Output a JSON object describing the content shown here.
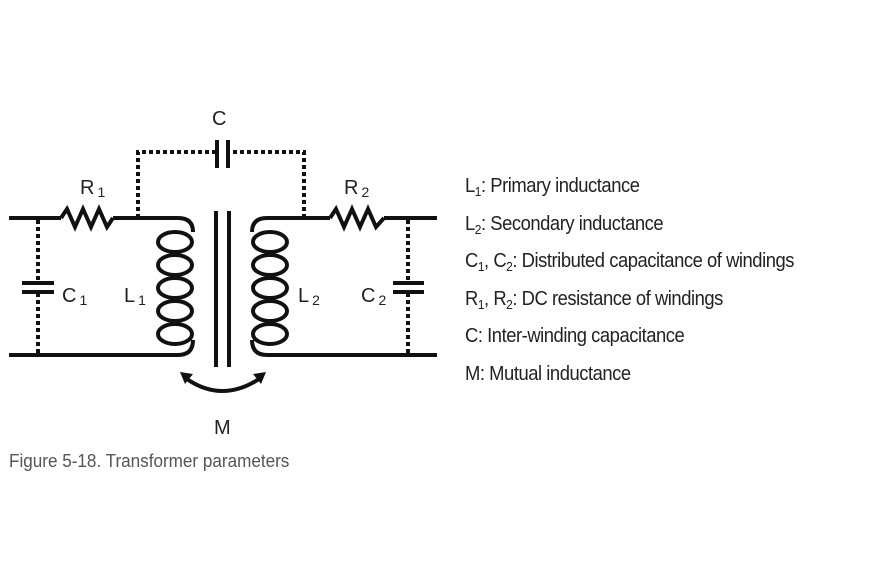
{
  "figure": {
    "caption": "Figure 5-18. Transformer parameters",
    "diagram_labels": {
      "inter_winding_cap": "C",
      "r1": {
        "main": "R",
        "sub": "1"
      },
      "r2": {
        "main": "R",
        "sub": "2"
      },
      "c1": {
        "main": "C",
        "sub": "1"
      },
      "c2": {
        "main": "C",
        "sub": "2"
      },
      "l1": {
        "main": "L",
        "sub": "1"
      },
      "l2": {
        "main": "L",
        "sub": "2"
      },
      "mutual": "M"
    },
    "legend": [
      {
        "sym": "L",
        "sub": "1",
        "sym2": "",
        "sub2": "",
        "text": ": Primary inductance"
      },
      {
        "sym": "L",
        "sub": "2",
        "sym2": "",
        "sub2": "",
        "text": ": Secondary inductance"
      },
      {
        "sym": "C",
        "sub": "1",
        "sym2": ", C",
        "sub2": "2",
        "text": ": Distributed capacitance of windings"
      },
      {
        "sym": "R",
        "sub": "1",
        "sym2": ", R",
        "sub2": "2",
        "text": ": DC resistance of windings"
      },
      {
        "sym": "C",
        "sub": "",
        "sym2": "",
        "sub2": "",
        "text": ": Inter-winding capacitance"
      },
      {
        "sym": "M",
        "sub": "",
        "sym2": "",
        "sub2": "",
        "text": ": Mutual inductance"
      }
    ],
    "colors": {
      "line": "#111111",
      "text": "#222222",
      "caption": "#555555"
    }
  }
}
